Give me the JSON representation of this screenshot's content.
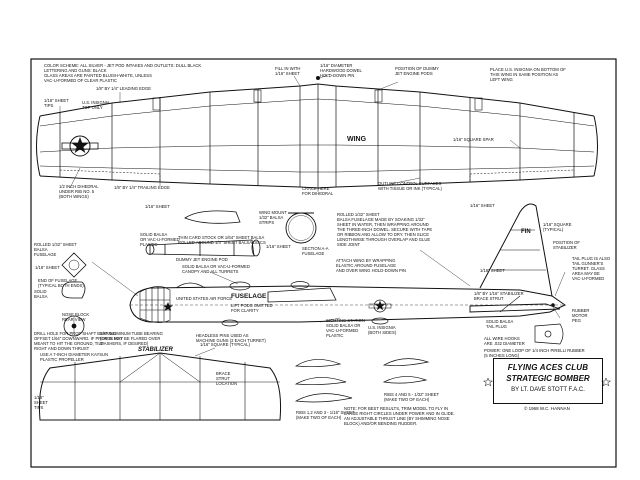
{
  "labels": {
    "color_scheme": "COLOR SCHEME: ALL SILVER - JET POD INTAKES AND OUTLETS: DULL BLACK\nLETTERING AND GUNS: BLACK\nGLASS AREAS ARE PAINTED BLUISH-WHITE, UNLESS\nVAC-U-FORMED OF CLEAR PLASTIC",
    "leading_edge": "1/8\" BY 1/4\" LEADING EDGE",
    "sheet_tips": "1/16\" SHEET\nTIPS",
    "us_insignia_top": "U.S. INSIGNIA\nTOP ONLY",
    "fill_in": "FILL IN WITH\n1/16\" SHEET",
    "dowel": "1/16\" DIAMETER\nHARDWOOD DOWEL\nHOLD-DOWN PIN",
    "jet_pods_pos": "POSITION OF DUMMY\nJET ENGINE PODS",
    "insignia_bottom": "PLACE U.S. INSIGNIA ON BOTTOM OF\nTHIS WING IN SAME POSITION AS\nLEFT WING",
    "wing": "WING",
    "square_spar": "1/16\" SQUARE SPAR",
    "dihedral": "1/2 INCH DIHEDRAL\nUNDER RIB NO. 5\n(BOTH WINGS)",
    "trailing_edge": "1/8\" BY 1/4\" TRAILING EDGE",
    "crack_here": "CRACK HERE\nFOR DIHEDRAL",
    "control_surfaces": "OUTLINE CONTROL SURFACES\nWITH TISSUE OR INK (TYPICAL)",
    "sheet_116_a": "1/16\" SHEET",
    "sheet_116_b": "1/16\" SHEET",
    "rolled_132_a": "ROLLED 1/32\" SHEET\nBALSA\nFUSELAGE",
    "sheet_116_c": "1/16\" SHEET",
    "end_fuselage": "END OF FUSELAGE\n(TYPICAL BOTH ENDS)",
    "solid_balsa_nose": "SOLID\nBALSA",
    "nose_block": "NOSE BLOCK\nREAR VIEW",
    "solid_balsa_vac": "SOLID BALSA\nOR VAC-U-FORMED\nPLASTIC",
    "thin_card": "THIN CARD STOCK OR 1/64\" SHEET BALSA\nROLLED AROUND 1/4\" SHEET BALSA DISCS",
    "dummy_pod": "DUMMY JET ENGINE POD",
    "wing_mount": "WING MOUNT\n1/32\" BALSA\nSTRIPS",
    "rolled_132_b": "ROLLED 1/32\" SHEET\nBALSA FUSELAGE MADE BY SOAKING 1/32\"\nSHEET IN WATER, THEN WRAPPING AROUND\nTHE THREE-INCH DOWEL. SECURE WITH TAPE\nOR RIBBON AND ALLOW TO DRY. THEN SLICE\nLENGTHWISE THROUGH OVERLAP AND GLUE\nSIDE JOINT",
    "section": "SECTION A-A\nFUSELAGE",
    "attach_wing": "ATTACH WING BY WRAPPING\nELASTIC AROUND FUSELAGE\nAND OVER WING HOLD-DOWN PIN",
    "fin": "FIN",
    "square_typical_fin": "1/16\" SQUARE\n(TYPICAL)",
    "sheet_116_fin": "1/16\" SHEET",
    "stabilizer_pos": "POSITION OF\nSTABILIZER",
    "solid_balsa_canopy": "SOLID BALSA OR VAC-U-FORMED\nCANOPY AND ALL TURRETS",
    "us_star_left": "UNITED STATES AIR FORCE",
    "fuselage": "FUSELAGE",
    "lift_pods": "LIFT PODS OMITTED\nFOR CLARITY",
    "sheet_116_tail": "1/16\" SHEET",
    "tail_plug": "TAIL PLUG IS ALSO\nTAIL GUNNER'S\nTURRET. GLASS\nAREA MAY BE\nVAC-U-FORMED",
    "sheet_stabilizer": "1/8\" BY 1/16\" STABILIZER\nBRACE STRUT",
    "drill_hole": "DRILL HOLE FOR PROP SHAFT BEARING\nOFFSET 1/64\" DOWNWARD. IF PROP IS NOT\nMEANT TO HIT THE GROUND, TILT\nRIGHT AND DOWN THRUST",
    "prop": "USE A 7-INCH DIAMETER KAYSUN\nPLASTIC PROPELLER",
    "aluminum": "1/8\" ALUMINUM TUBE BEARING\n(ENDS MAY BE FLARED OVER\nWASHERS, IF DESIRED)",
    "headless": "HEADLESS PINS USED AS\nMACHINE GUNS (2 EACH TURRET)",
    "sighting": "SIGHTING STATION\nSOLID BALSA OR\nVAC-U-FORMED\nPLASTIC",
    "us_insignia_both": "U.S. INSIGNIA\n(BOTH SIDES)",
    "solid_balsa_plug": "SOLID BALSA\nTAIL PLUG",
    "wire_hooks": "ALL WIRE HOOKS\nARE .032 DIAMETER",
    "rubber": "RUBBER\nMOTOR\nPEG",
    "power": "POWER: ONE LOOP OF 1/4 INCH PIRELLI RUBBER\n(5 INCHES LONG)",
    "square_typical_stab": "1/16\" SQUARE (TYPICAL)",
    "stabilizer": "STABILIZER",
    "brace_strut": "BRACE\nSTRUT\nLOCATION",
    "sheet_tips_stab": "1/16\"\nSHEET\nTIPS",
    "ribs_123": "RIBS 1,2 AND 3 - 1/16\" SHEET\n(MAKE TWO OF EACH)",
    "ribs_456": "RIBS 4 AND 5 - 1/32\" SHEET\n(MAKE TWO OF EACH)",
    "note": "NOTE: FOR BEST RESULTS, TRIM MODEL TO FLY IN\nLARGE RIGHT CIRCLES UNDER POWER AND IN GLIDE.\nAN ADJUSTABLE THRUST LINE (BY SHIMMING NOSE\nBLOCK) AND/OR BENDING RUDDER."
  },
  "title_block": {
    "line1": "FLYING ACES CLUB",
    "line2": "STRATEGIC BOMBER",
    "line3": "BY LT. DAVE STOTT F.A.C.",
    "copyright": "© 1968 W.C. HANNAN"
  }
}
